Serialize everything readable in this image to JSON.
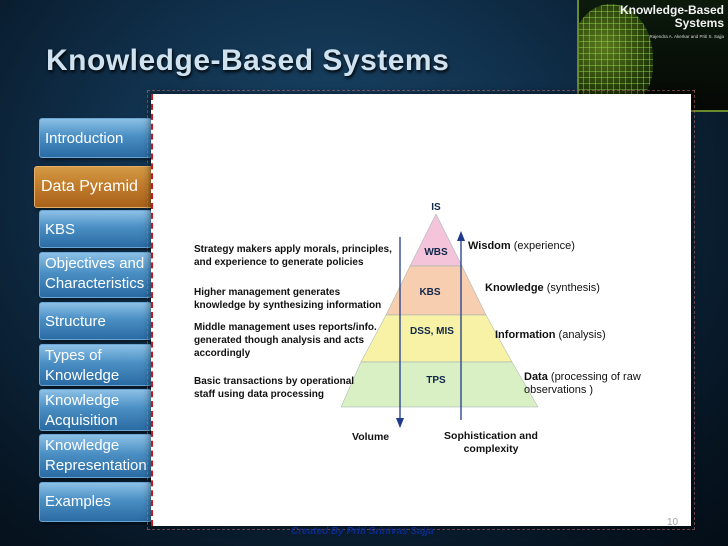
{
  "title": "Knowledge-Based  Systems",
  "book_cover": {
    "title_line1": "Knowledge-Based",
    "title_line2": "Systems",
    "authors": "Rajendra A. Akerkar and Priti S. Sajja"
  },
  "sidebar": {
    "items": [
      {
        "label_lines": [
          "Introduction"
        ]
      },
      {
        "label_lines": [
          "Data Pyramid"
        ]
      },
      {
        "label_lines": [
          "KBS"
        ]
      },
      {
        "label_lines": [
          "Objectives and",
          "Characteristics"
        ]
      },
      {
        "label_lines": [
          "Structure"
        ]
      },
      {
        "label_lines": [
          "Types of",
          "Knowledge"
        ]
      },
      {
        "label_lines": [
          "Knowledge",
          "Acquisition"
        ]
      },
      {
        "label_lines": [
          "Knowledge",
          "Representation"
        ]
      },
      {
        "label_lines": [
          "Examples"
        ]
      }
    ],
    "active_index": 1
  },
  "diagram": {
    "apex": "IS",
    "levels": [
      {
        "name": "WBS",
        "color": "#f4c5da",
        "left_text": [
          "Strategy makers apply morals, principles,",
          "and experience to generate policies"
        ],
        "right_bold": "Wisdom",
        "right_text": " (experience)"
      },
      {
        "name": "KBS",
        "color": "#f8ceb0",
        "left_text": [
          "Higher management generates",
          "knowledge by synthesizing information"
        ],
        "right_bold": "Knowledge",
        "right_text": " (synthesis)"
      },
      {
        "name": "DSS, MIS",
        "color": "#f7f2a6",
        "left_text": [
          "Middle management uses reports/info.",
          "generated though analysis and acts",
          "accordingly"
        ],
        "right_bold": "Information",
        "right_text": " (analysis)"
      },
      {
        "name": "TPS",
        "color": "#d9f0c4",
        "left_text": [
          "Basic transactions by operational",
          "staff using data processing"
        ],
        "right_bold": "Data",
        "right_text": " (processing of raw",
        "right_text2": "observations )"
      }
    ],
    "volume_label": "Volume",
    "sophistication_label": [
      "Sophistication and",
      "complexity"
    ]
  },
  "page_number": "10",
  "credit": "Created By Priti Srinivas Sajja",
  "colors": {
    "nav_blue": "#4a8fc4",
    "nav_active": "#c07a2a",
    "axis_blue": "#1f3a8a"
  }
}
